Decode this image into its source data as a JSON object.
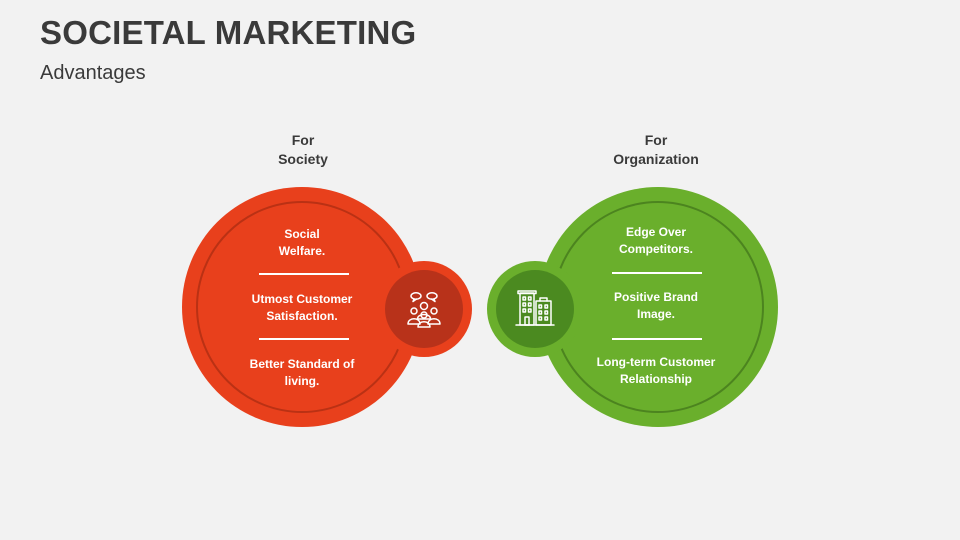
{
  "title": "SOCIETAL MARKETING",
  "subtitle": "Advantages",
  "society": {
    "heading": [
      "For",
      "Society"
    ],
    "items": [
      [
        "Social",
        "Welfare."
      ],
      [
        "Utmost Customer",
        "Satisfaction."
      ],
      [
        "Better Standard of",
        "living."
      ]
    ],
    "icon": "people-group-icon",
    "color": "#e8401c"
  },
  "organization": {
    "heading": [
      "For",
      "Organization"
    ],
    "items": [
      [
        "Edge Over",
        "Competitors."
      ],
      [
        "Positive Brand",
        "Image."
      ],
      [
        "Long-term Customer",
        "Relationship"
      ]
    ],
    "icon": "office-building-icon",
    "color": "#6aaf2c"
  }
}
